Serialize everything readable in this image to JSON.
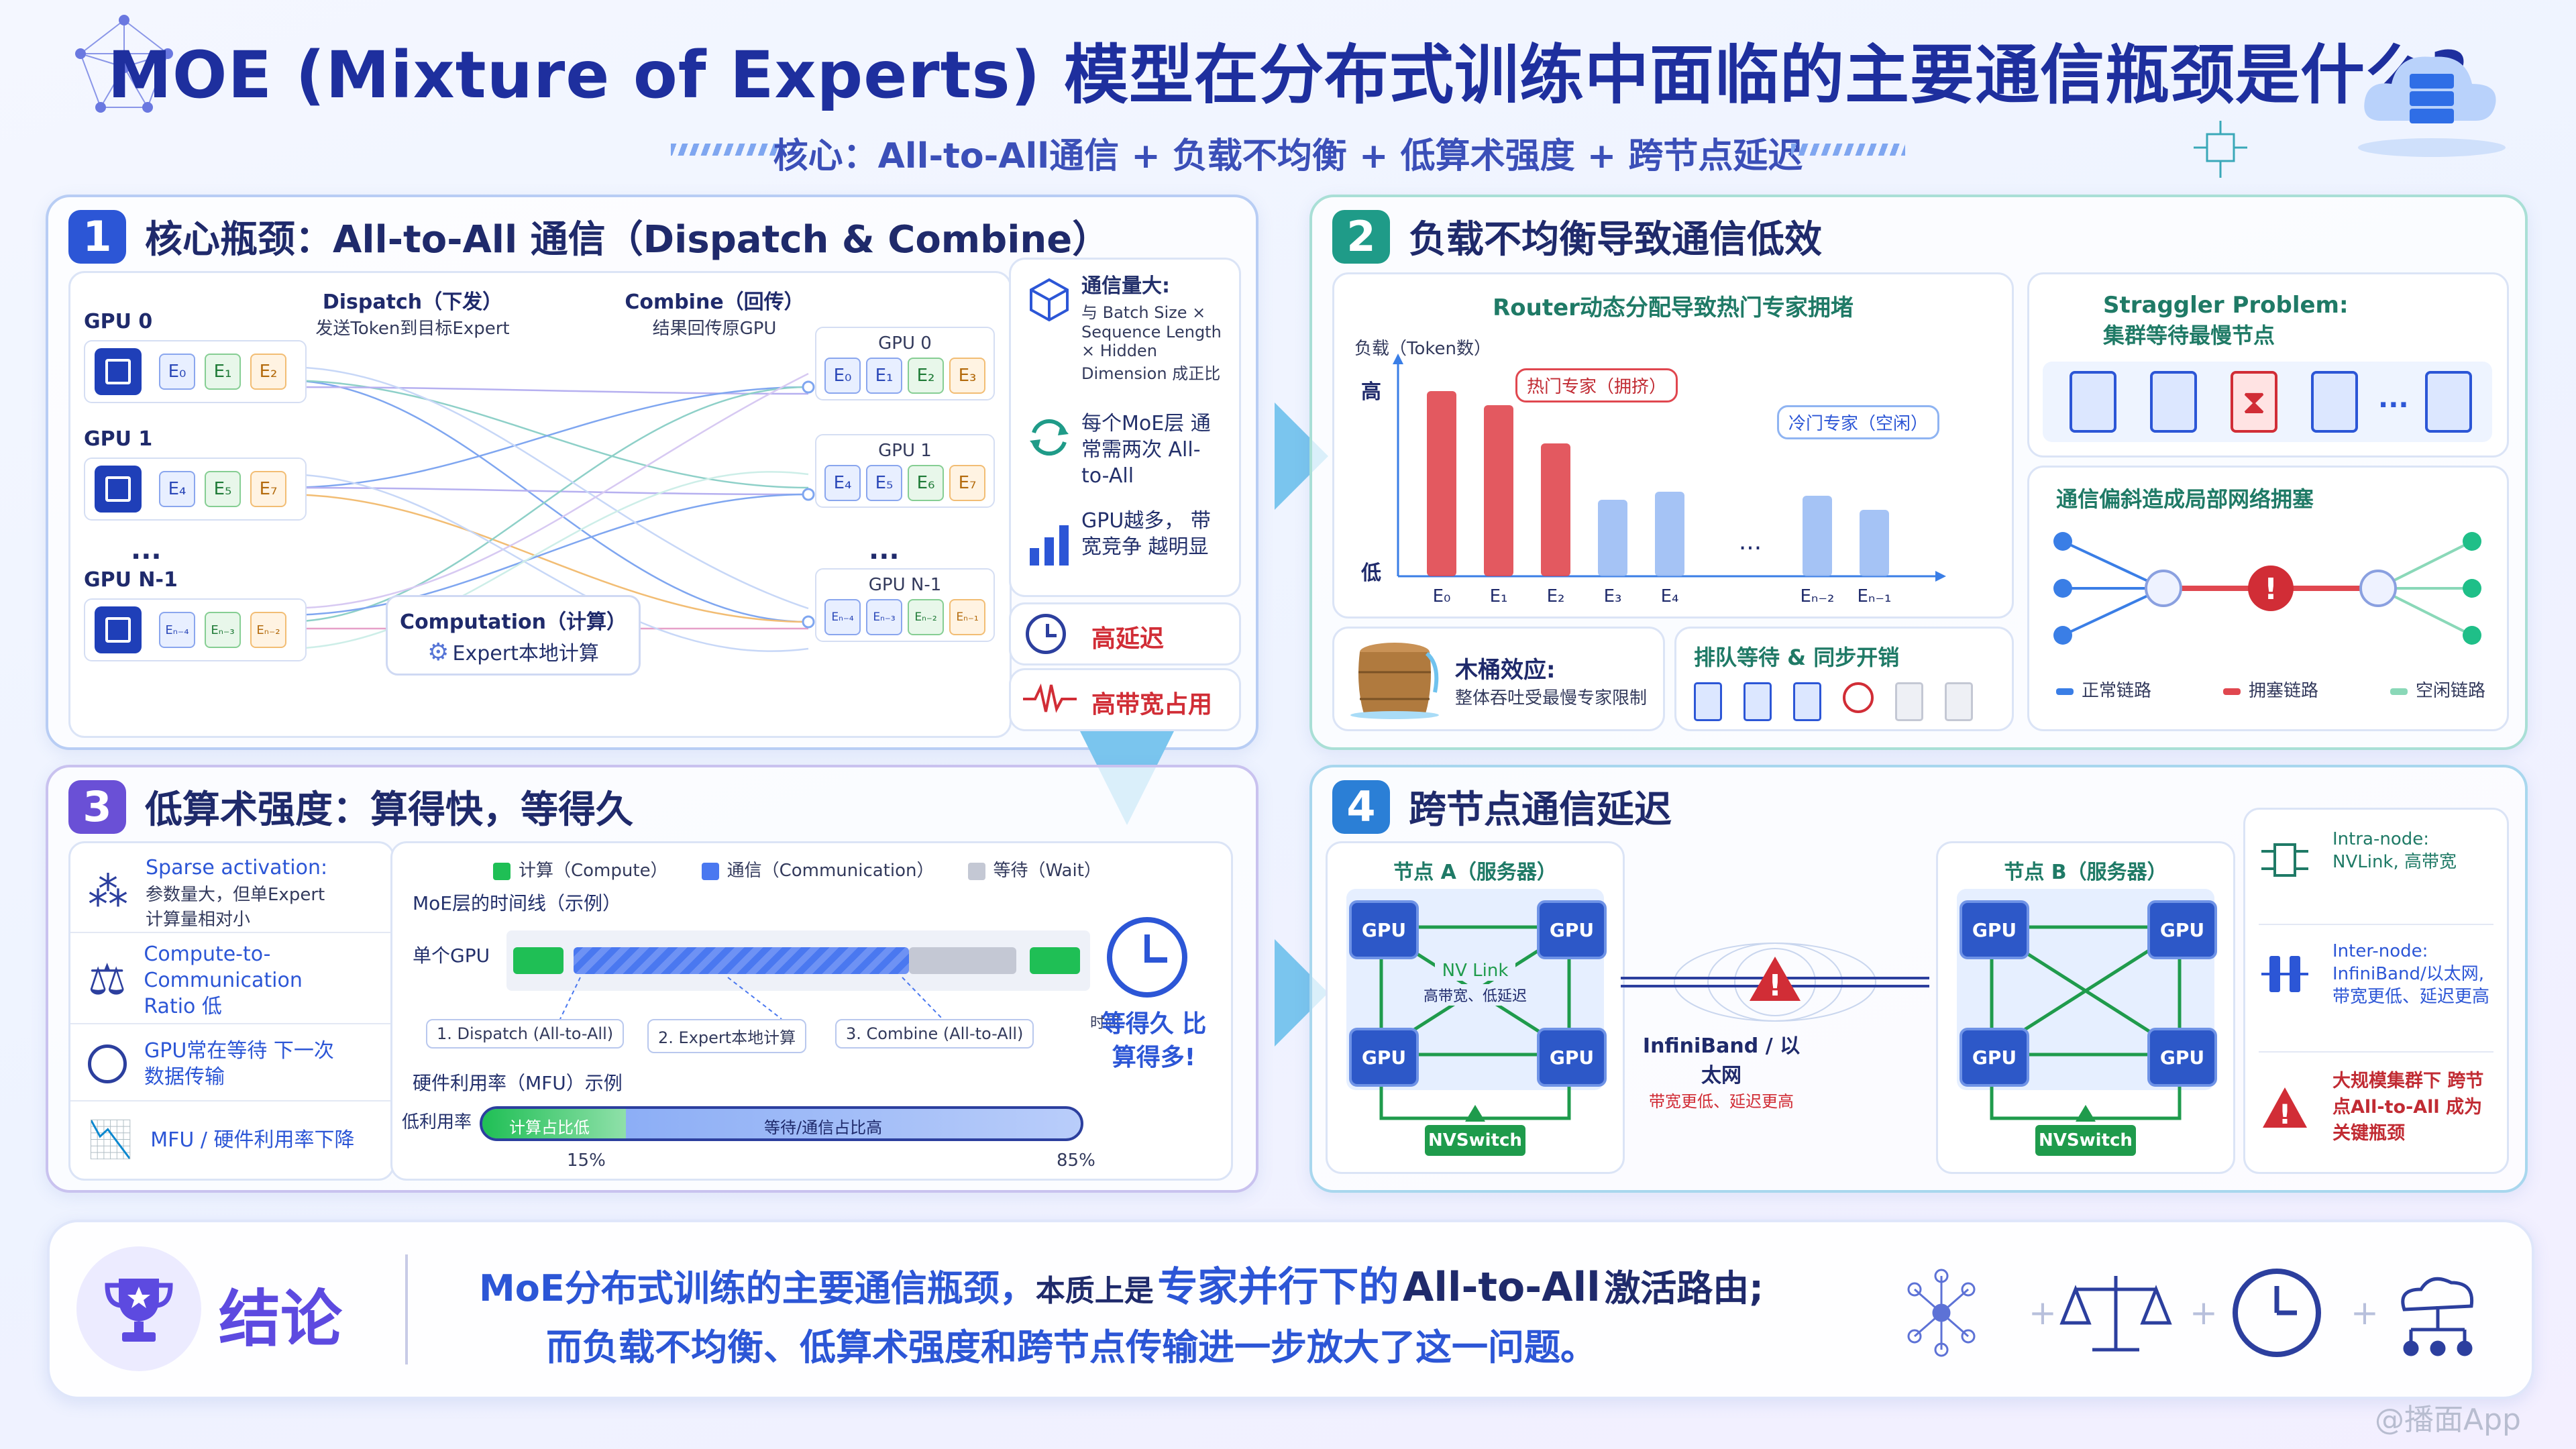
{
  "header": {
    "title": "MOE (Mixture of Experts) 模型在分布式训练中面临的主要通信瓶颈是什么?",
    "subtitle": "核心：All-to-All通信 + 负载不均衡 + 低算术强度 + 跨节点延迟"
  },
  "panel1": {
    "number": "1",
    "title": "核心瓶颈：All-to-All 通信（Dispatch & Combine）",
    "dispatch_title": "Dispatch（下发）",
    "dispatch_sub": "发送Token到目标Expert",
    "combine_title": "Combine（回传）",
    "combine_sub": "结果回传原GPU",
    "gpu_left": [
      {
        "name": "GPU 0",
        "experts": [
          "E₀",
          "E₁",
          "E₂"
        ]
      },
      {
        "name": "GPU 1",
        "experts": [
          "E₄",
          "E₅",
          "E₇"
        ]
      },
      {
        "name": "GPU N-1",
        "experts": [
          "Eₙ₋₄",
          "Eₙ₋₃",
          "Eₙ₋₂"
        ]
      }
    ],
    "gpu_right": [
      {
        "name": "GPU 0",
        "experts": [
          "E₀",
          "E₁",
          "E₂",
          "E₃"
        ]
      },
      {
        "name": "GPU 1",
        "experts": [
          "E₄",
          "E₅",
          "E₆",
          "E₇"
        ]
      },
      {
        "name": "GPU N-1",
        "experts": [
          "Eₙ₋₄",
          "Eₙ₋₃",
          "Eₙ₋₂",
          "Eₙ₋₁"
        ]
      }
    ],
    "ellipsis": "...",
    "computation_title": "Computation（计算）",
    "computation_sub": "Expert本地计算",
    "side": {
      "volume_title": "通信量大:",
      "volume_text": "与 Batch Size × Sequence Length × Hidden Dimension 成正比",
      "twice_text": "每个MoE层 通常需两次 All-to-All",
      "bandwidth_text": "GPU越多， 带宽竞争 越明显",
      "latency": "高延迟",
      "bandwidth_use": "高带宽占用"
    }
  },
  "panel2": {
    "number": "2",
    "title": "负载不均衡导致通信低效",
    "chart_title": "Router动态分配导致热门专家拥堵",
    "y_label": "负载（Token数）",
    "y_high": "高",
    "y_low": "低",
    "hot_label": "热门专家（拥挤）",
    "cold_label": "冷门专家（空闲）",
    "straggler_title": "Straggler Problem:",
    "straggler_sub": "集群等待最慢节点",
    "skew_title": "通信偏斜造成局部网络拥塞",
    "legend": [
      "正常链路",
      "拥塞链路",
      "空闲链路"
    ],
    "barrel_title": "木桶效应:",
    "barrel_sub": "整体吞吐受最慢专家限制",
    "queue_title": "排队等待 & 同步开销",
    "colors": {
      "hot": "#e0474f",
      "cold": "#8fb4f2",
      "normal": "#3a7ee6",
      "congested": "#e0474f",
      "idle": "#8ad8b8"
    }
  },
  "chart_data": {
    "type": "bar",
    "categories": [
      "E₀",
      "E₁",
      "E₂",
      "E₃",
      "E₄",
      "...",
      "Eₙ₋₂",
      "Eₙ₋₁"
    ],
    "values": [
      0.92,
      0.85,
      0.66,
      0.38,
      0.42,
      null,
      0.4,
      0.33
    ],
    "ylabel": "负载（Token数）"
  },
  "panel3": {
    "number": "3",
    "title": "低算术强度：算得快，等得久",
    "sparse_title": "Sparse activation:",
    "sparse_text": "参数量大，但单Expert 计算量相对小",
    "ratio_text": "Compute-to-Communication Ratio 低",
    "wait_text": "GPU常在等待 下一次数据传输",
    "mfu_text": "MFU / 硬件利用率下降",
    "legend": [
      "计算（Compute）",
      "通信（Communication）",
      "等待（Wait）"
    ],
    "timeline_title": "MoE层的时间线（示例）",
    "single_gpu": "单个GPU",
    "time_label": "时间",
    "steps": [
      "1. Dispatch (All-to-All)",
      "2. Expert本地计算",
      "3. Combine (All-to-All)"
    ],
    "mfu_title": "硬件利用率（MFU）示例",
    "low_util": "低利用率",
    "compute_share_label": "计算占比低",
    "wait_share_label": "等待/通信占比高",
    "compute_pct": "15%",
    "wait_pct": "85%",
    "compute_share": 0.15,
    "wait_note": "等得久 比算得多!"
  },
  "panel4": {
    "number": "4",
    "title": "跨节点通信延迟",
    "node_a": "节点 A（服务器）",
    "node_b": "节点 B（服务器）",
    "gpu": "GPU",
    "nvlink": "NV Link",
    "nvlink_sub": "高带宽、低延迟",
    "nvswitch": "NVSwitch",
    "ib_title": "InfiniBand / 以太网",
    "ib_sub": "带宽更低、延迟更高",
    "intra": "Intra-node: NVLink, 高带宽",
    "inter": "Inter-node: InfiniBand/以太网, 带宽更低、延迟更高",
    "warning": "大规模集群下 跨节点All-to-All 成为关键瓶颈"
  },
  "conclusion": {
    "label": "结论",
    "line1a": "MoE分布式训练的主要通信瓶颈，",
    "line1b": "本质上是",
    "line1c": "专家并行下的",
    "line1d": "All-to-All",
    "line1e": "激活路由;",
    "line2": "而负载不均衡、低算术强度和跨节点传输进一步放大了这一问题。"
  },
  "watermark": "@播面App"
}
